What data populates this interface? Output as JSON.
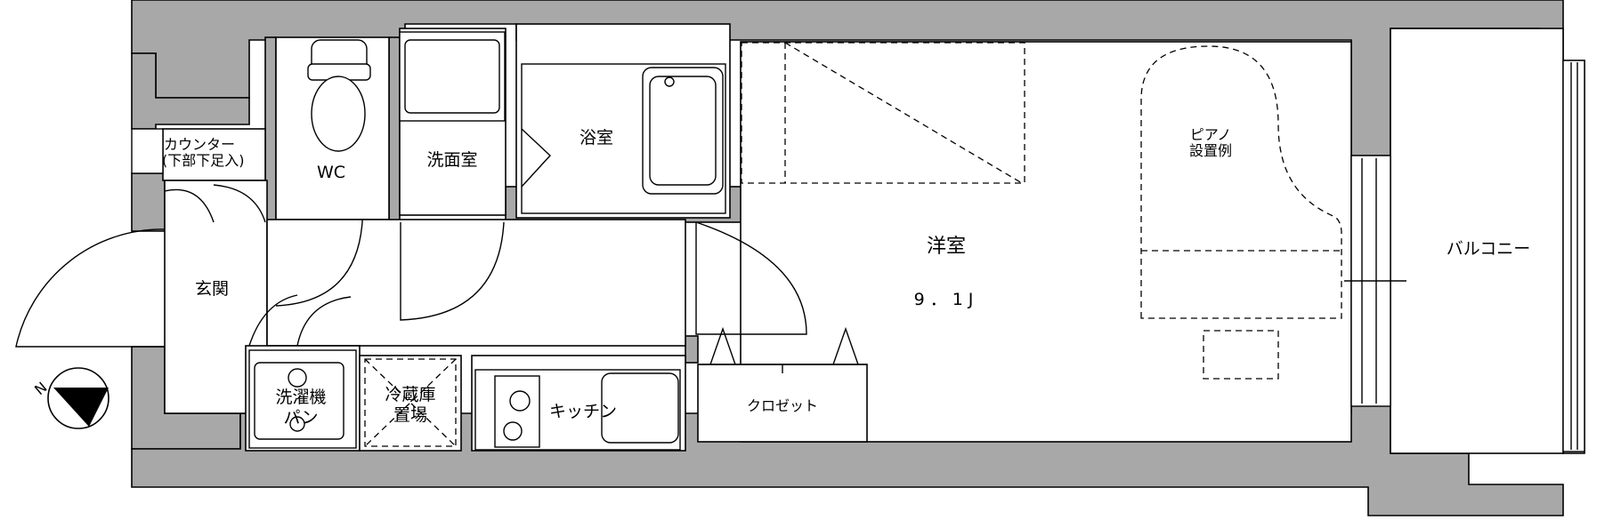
{
  "rooms": {
    "counter_line1": "カウンター",
    "counter_line2": "(下部下足入)",
    "wc": "WC",
    "washroom": "洗面室",
    "bathroom": "浴室",
    "western_room": "洋室",
    "western_room_size": "9．1J",
    "piano_line1": "ピアノ",
    "piano_line2": "設置例",
    "balcony": "バルコニー",
    "entrance": "玄関",
    "washer_pan_line1": "洗濯機",
    "washer_pan_line2": "パン",
    "fridge_line1": "冷蔵庫",
    "fridge_line2": "置場",
    "kitchen": "キッチン",
    "closet": "クロゼット"
  },
  "compass": {
    "label": "N"
  },
  "colors": {
    "wall": "#a8a8a8",
    "line": "#000000",
    "floor": "#ffffff"
  }
}
